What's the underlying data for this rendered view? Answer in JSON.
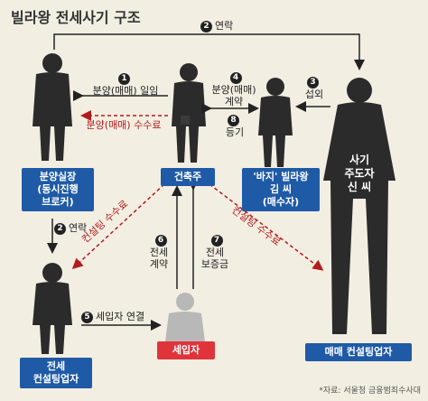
{
  "title": "빌라왕 전세사기 구조",
  "actors": {
    "sales_manager": "분양실장\n(동시진행\n브로커)",
    "builder": "건축주",
    "villa_king": "'바지' 빌라왕\n김 씨\n(매수자)",
    "mastermind": "사기\n주도자\n신 씨",
    "consult_jeonse": "전세\n컨설팅업자",
    "tenant": "세입자",
    "consult_sale": "매매 컨설팅업자"
  },
  "steps": {
    "s1": {
      "num": "1",
      "text": "분양(매매) 일임"
    },
    "s1r": {
      "text": "분양(매매) 수수료"
    },
    "s2a": {
      "num": "2",
      "text": "연락"
    },
    "s2b": {
      "num": "2",
      "text": "연락"
    },
    "s3": {
      "num": "3",
      "text": "섭외"
    },
    "s4": {
      "num": "4",
      "text": "분양(매매)\n계약"
    },
    "s5": {
      "num": "5",
      "text": "세입자 연결"
    },
    "s6": {
      "num": "6",
      "text": "전세\n계약"
    },
    "s7": {
      "num": "7",
      "text": "전세\n보증금"
    },
    "s8": {
      "num": "8",
      "text": "등기"
    },
    "fee_left": {
      "text": "컨설팅 수수료"
    },
    "fee_right": {
      "text": "컨설팅 수수료"
    }
  },
  "source": "*자료: 서울청 금융범죄수사대",
  "colors": {
    "background": "#f3eee2",
    "actor_box": "#1f5aa6",
    "tenant_box": "#e0343b",
    "fee_arrow": "#b31b1b",
    "silhouette": "#2b2b2b"
  }
}
